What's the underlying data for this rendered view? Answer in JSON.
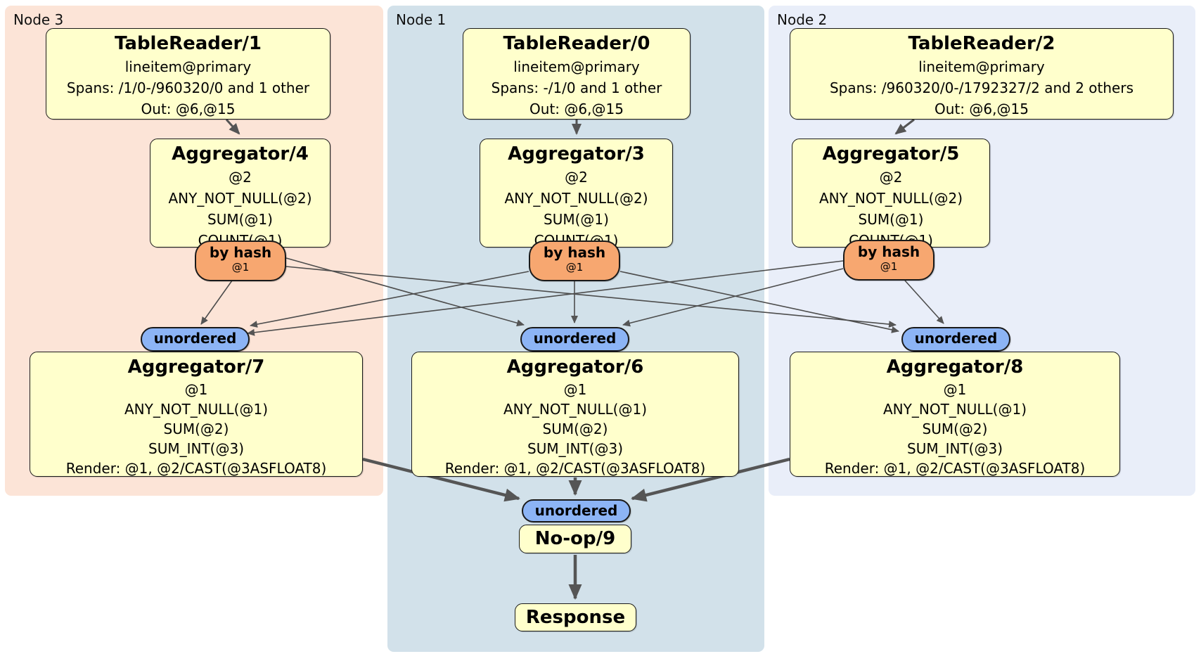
{
  "regions": [
    {
      "label": "Node 3"
    },
    {
      "label": "Node 1"
    },
    {
      "label": "Node 2"
    }
  ],
  "node3": {
    "tablereader": {
      "title": "TableReader/1",
      "lines": [
        "lineitem@primary",
        "Spans: /1/0-/960320/0 and 1 other",
        "Out: @6,@15"
      ]
    },
    "aggregator_top": {
      "title": "Aggregator/4",
      "lines": [
        "@2",
        "ANY_NOT_NULL(@2)",
        "SUM(@1)",
        "COUNT(@1)"
      ]
    },
    "router": {
      "label": "by hash",
      "detail": "@1"
    },
    "sync": {
      "label": "unordered"
    },
    "aggregator_bottom": {
      "title": "Aggregator/7",
      "lines": [
        "@1",
        "ANY_NOT_NULL(@1)",
        "SUM(@2)",
        "SUM_INT(@3)",
        "Render: @1, @2/CAST(@3ASFLOAT8)"
      ]
    }
  },
  "node1": {
    "tablereader": {
      "title": "TableReader/0",
      "lines": [
        "lineitem@primary",
        "Spans: -/1/0 and 1 other",
        "Out: @6,@15"
      ]
    },
    "aggregator_top": {
      "title": "Aggregator/3",
      "lines": [
        "@2",
        "ANY_NOT_NULL(@2)",
        "SUM(@1)",
        "COUNT(@1)"
      ]
    },
    "router": {
      "label": "by hash",
      "detail": "@1"
    },
    "sync": {
      "label": "unordered"
    },
    "aggregator_bottom": {
      "title": "Aggregator/6",
      "lines": [
        "@1",
        "ANY_NOT_NULL(@1)",
        "SUM(@2)",
        "SUM_INT(@3)",
        "Render: @1, @2/CAST(@3ASFLOAT8)"
      ]
    },
    "final_sync": {
      "label": "unordered"
    },
    "noop": {
      "title": "No-op/9"
    },
    "response": {
      "title": "Response"
    }
  },
  "node2": {
    "tablereader": {
      "title": "TableReader/2",
      "lines": [
        "lineitem@primary",
        "Spans: /960320/0-/1792327/2 and 2 others",
        "Out: @6,@15"
      ]
    },
    "aggregator_top": {
      "title": "Aggregator/5",
      "lines": [
        "@2",
        "ANY_NOT_NULL(@2)",
        "SUM(@1)",
        "COUNT(@1)"
      ]
    },
    "router": {
      "label": "by hash",
      "detail": "@1"
    },
    "sync": {
      "label": "unordered"
    },
    "aggregator_bottom": {
      "title": "Aggregator/8",
      "lines": [
        "@1",
        "ANY_NOT_NULL(@1)",
        "SUM(@2)",
        "SUM_INT(@3)",
        "Render: @1, @2/CAST(@3ASFLOAT8)"
      ]
    }
  },
  "colors": {
    "node3_bg": "#fce4d7",
    "node1_bg": "#d2e1ea",
    "node2_bg": "#e9eef9",
    "box_fill": "#ffffcc",
    "router_fill": "#f7a770",
    "sync_fill": "#8cb4f5",
    "edge": "#555555"
  }
}
